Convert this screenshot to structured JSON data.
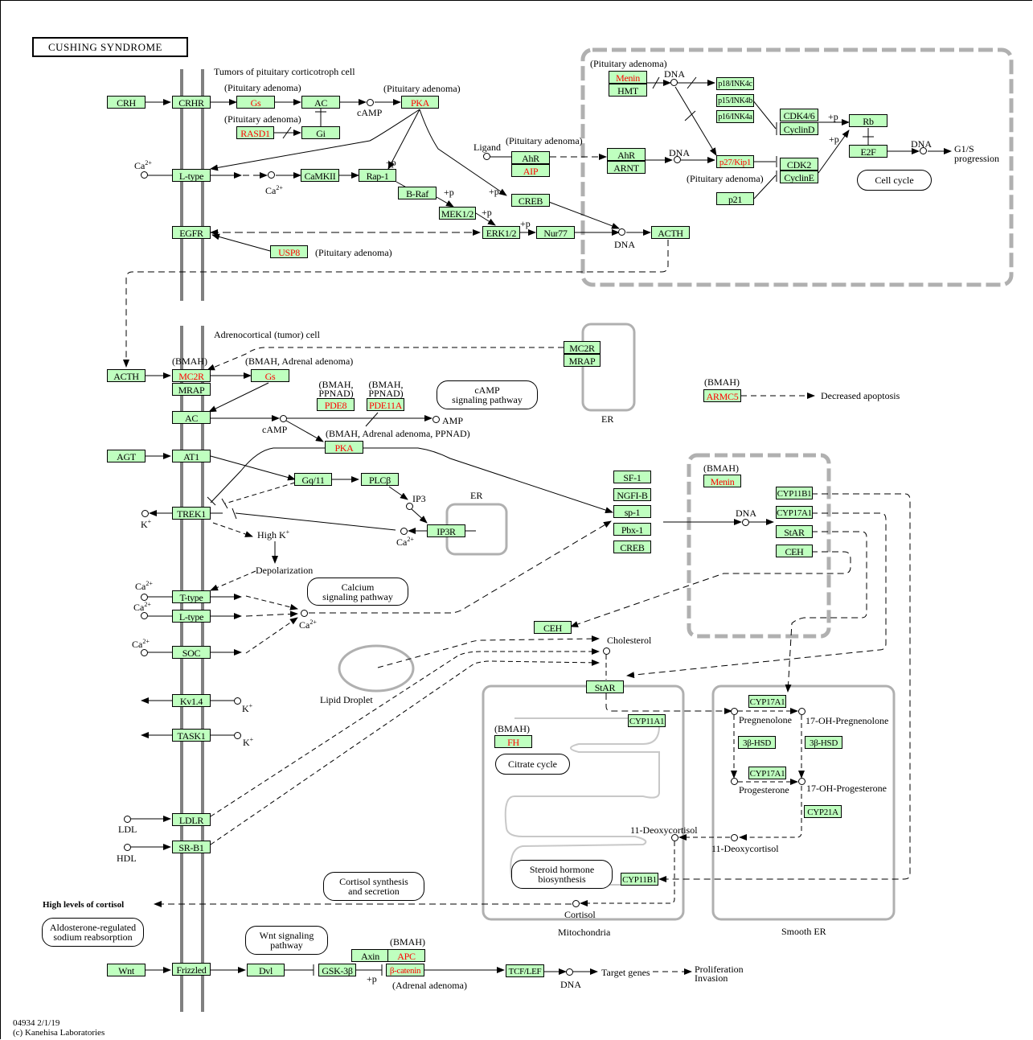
{
  "title": "CUSHING SYNDROME",
  "footer": {
    "id_date": "04934 2/1/19",
    "copyright": "(c) Kanehisa Laboratories"
  },
  "colors": {
    "gene_fill": "#bfffbf",
    "disease_gene_text": "#ff0000",
    "compartment": "#b0b0b0"
  },
  "sections": {
    "pituitary": "Tumors of pituitary corticotroph cell",
    "adrenal": "Adrenocortical (tumor) cell"
  },
  "genes": {
    "crh": "CRH",
    "crhr": "CRHR",
    "gs_pit": "Gs",
    "ac_pit": "AC",
    "pka_pit": "PKA",
    "rasd1": "RASD1",
    "gi": "Gi",
    "ltype_pit": "L-type",
    "camkii": "CaMKII",
    "rap1": "Rap-1",
    "braf": "B-Raf",
    "mek12": "MEK1/2",
    "erk12": "ERK1/2",
    "nur77": "Nur77",
    "creb_pit": "CREB",
    "egfr": "EGFR",
    "usp8": "USP8",
    "ahr1": "AhR",
    "aip": "AIP",
    "ahr2": "AhR",
    "arnt": "ARNT",
    "acth_pit": "ACTH",
    "menin_pit": "Menin",
    "hmt": "HMT",
    "p18": "p18/INK4c",
    "p15": "p15/INK4b",
    "p16": "p16/INK4a",
    "p27": "p27/Kip1",
    "p21": "p21",
    "cdk46": "CDK4/6",
    "cyclind": "CyclinD",
    "cdk2": "CDK2",
    "cycline": "CyclinE",
    "rb": "Rb",
    "e2f": "E2F",
    "acth_adr": "ACTH",
    "mc2r": "MC2R",
    "mrap": "MRAP",
    "gs_adr": "Gs",
    "ac_adr": "AC",
    "mc2r_er": "MC2R",
    "mrap_er": "MRAP",
    "pde8": "PDE8",
    "pde11a": "PDE11A",
    "pka_adr": "PKA",
    "armc5": "ARMC5",
    "agt": "AGT",
    "at1": "AT1",
    "gq11": "Gq/11",
    "plcb": "PLCβ",
    "ip3r": "IP3R",
    "trek1": "TREK1",
    "ttype": "T-type",
    "ltype_adr": "L-type",
    "soc": "SOC",
    "kv14": "Kv1.4",
    "task1": "TASK1",
    "ldlr": "LDLR",
    "srb1": "SR-B1",
    "sf1": "SF-1",
    "ngfib": "NGFI-B",
    "sp1": "sp-1",
    "pbx1": "Pbx-1",
    "creb_adr": "CREB",
    "menin_adr": "Menin",
    "cyp11b1_n": "CYP11B1",
    "cyp17a1_n": "CYP17A1",
    "star_n": "StAR",
    "ceh_n": "CEH",
    "ceh": "CEH",
    "star": "StAR",
    "cyp11a1": "CYP11A1",
    "fh": "FH",
    "cyp11b1": "CYP11B1",
    "cyp17a1_a": "CYP17A1",
    "hsd_a": "3β-HSD",
    "hsd_b": "3β-HSD",
    "cyp17a1_b": "CYP17A1",
    "cyp21a": "CYP21A",
    "wnt": "Wnt",
    "frizzled": "Frizzled",
    "dvl": "Dvl",
    "gsk3b": "GSK-3β",
    "axin": "Axin",
    "apc": "APC",
    "bcatenin": "β-catenin",
    "tcflef": "TCF/LEF"
  },
  "annotations": {
    "pit_adenoma": "(Pituitary adenoma)",
    "bmah": "(BMAH)",
    "bmah_adr": "(BMAH, Adrenal adenoma)",
    "bmah_ppnad_1": "(BMAH,",
    "bmah_ppnad_2": "PPNAD)",
    "bmah_adr_ppnad": "(BMAH, Adrenal adenoma, PPNAD)",
    "adrenal_adenoma": "(Adrenal adenoma)"
  },
  "compounds": {
    "camp": "cAMP",
    "ca": "Ca",
    "ca_sup": "2+",
    "k": "K",
    "k_sup": "+",
    "ligand": "Ligand",
    "dna": "DNA",
    "amp": "AMP",
    "ip3": "IP3",
    "high_k": "High K",
    "depolarization": "Depolarization",
    "ldl": "LDL",
    "hdl": "HDL",
    "cholesterol": "Cholesterol",
    "pregnenolone": "Pregnenolone",
    "oh_pregnenolone": "17-OH-Pregnenolone",
    "progesterone": "Progesterone",
    "oh_progesterone": "17-OH-Progesterone",
    "deoxycortisol": "11-Deoxycortisol",
    "cortisol": "Cortisol"
  },
  "outcomes": {
    "g1s": "G1/S",
    "progression": "progression",
    "decreased_apoptosis": "Decreased apoptosis",
    "high_cortisol": "High levels of cortisol",
    "target_genes": "Target genes",
    "proliferation": "Proliferation",
    "invasion": "Invasion",
    "plus_p": "+p"
  },
  "pathways": {
    "cell_cycle": "Cell cycle",
    "camp_signaling": "cAMP\nsignaling pathway",
    "calcium_signaling": "Calcium\nsignaling pathway",
    "citrate_cycle": "Citrate cycle",
    "steroid": "Steroid hormone\nbiosynthesis",
    "cortisol_synth": "Cortisol synthesis\nand secretion",
    "aldosterone": "Aldosterone-regulated\nsodium reabsorption",
    "wnt": "Wnt signaling\npathway"
  },
  "organelles": {
    "er": "ER",
    "lipid_droplet": "Lipid Droplet",
    "mitochondria": "Mitochondria",
    "smooth_er": "Smooth ER"
  }
}
